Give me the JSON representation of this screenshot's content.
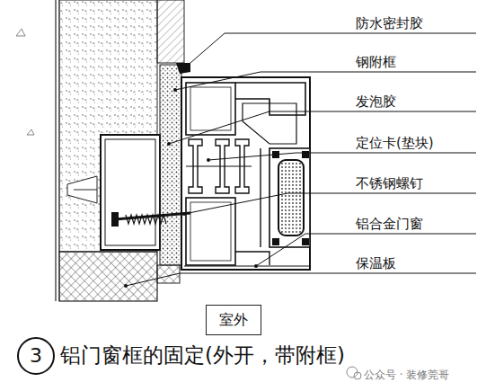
{
  "diagram": {
    "title": "铝门窗框的固定(外开，带附框)",
    "nodes": [
      {
        "text": [
          "室外"
        ]
      },
      {
        "text": [
          "3"
        ]
      }
    ],
    "labels": [
      "防水密封胶",
      "钢附框",
      "发泡胶",
      "定位卡(垫块)",
      "不锈钢螺钉",
      "铝合金门窗",
      "保温板",
      "公众号 · 装修莞哥"
    ]
  }
}
